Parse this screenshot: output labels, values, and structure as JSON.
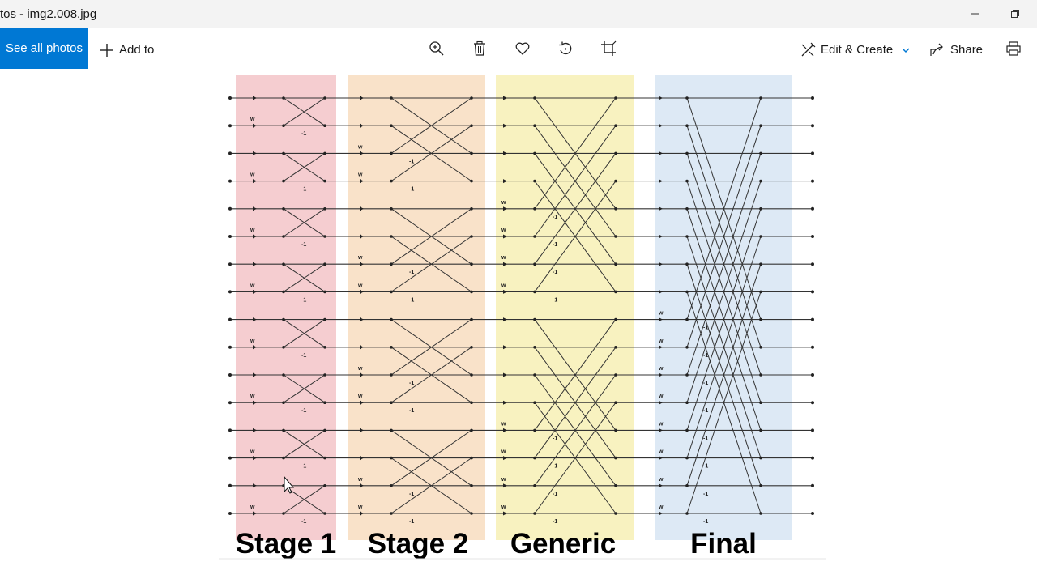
{
  "window": {
    "title": "tos - img2.008.jpg",
    "minimize_icon": "minimize-icon",
    "restore_icon": "restore-icon"
  },
  "toolbar": {
    "see_all_label": "See all photos",
    "add_to_label": "Add to",
    "edit_create_label": "Edit & Create",
    "share_label": "Share",
    "icons": [
      "zoom-in-icon",
      "delete-icon",
      "favorite-icon",
      "rotate-icon",
      "crop-icon",
      "print-icon"
    ]
  },
  "colors": {
    "accent": "#0078d4",
    "stage1_band": "#f5cdd0",
    "stage2_band": "#f9e2c9",
    "generic_band": "#f8f2c0",
    "final_band": "#dde9f5"
  },
  "diagram": {
    "stage_labels": [
      "Stage 1",
      "Stage 2",
      "Generic",
      "Final"
    ],
    "twiddle_label": "w",
    "negation_label": "-1",
    "line_count": 16
  }
}
